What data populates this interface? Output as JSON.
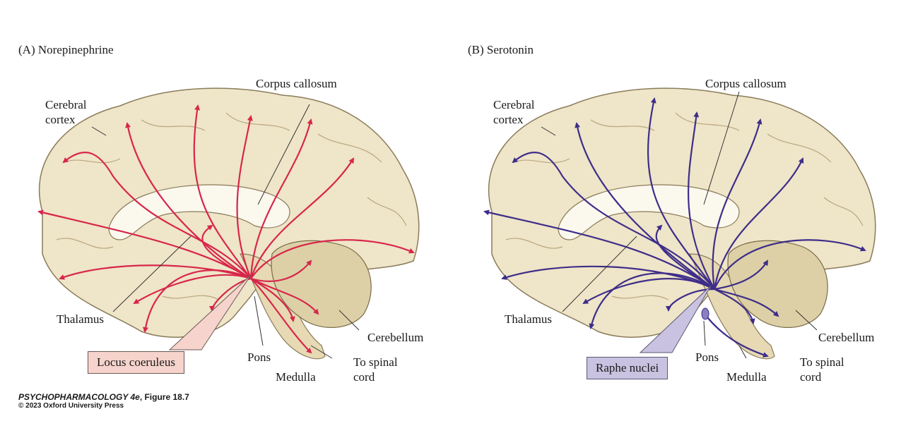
{
  "panels": [
    {
      "title": "(A) Norepinephrine",
      "color": "#d8264b",
      "labels": {
        "cortex_l1": "Cerebral",
        "cortex_l2": "cortex",
        "corpus": "Corpus callosum",
        "thalamus": "Thalamus",
        "cerebellum": "Cerebellum",
        "pons": "Pons",
        "medulla": "Medulla",
        "spinal_l1": "To spinal",
        "spinal_l2": "cord",
        "nucleus": "Locus coeruleus"
      }
    },
    {
      "title": "(B) Serotonin",
      "color": "#3e2d8a",
      "labels": {
        "cortex_l1": "Cerebral",
        "cortex_l2": "cortex",
        "corpus": "Corpus callosum",
        "thalamus": "Thalamus",
        "cerebellum": "Cerebellum",
        "pons": "Pons",
        "medulla": "Medulla",
        "spinal_l1": "To spinal",
        "spinal_l2": "cord",
        "nucleus": "Raphe nuclei"
      }
    }
  ],
  "credit": {
    "book": "PSYCHOPHARMACOLOGY 4e",
    "figure": ", Figure 18.7",
    "copyright": "© 2023 Oxford University Press"
  }
}
